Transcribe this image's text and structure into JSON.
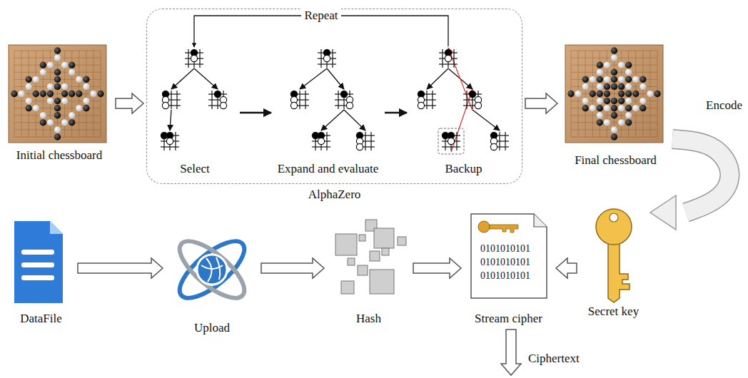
{
  "diagram": {
    "nodes": [
      {
        "text": [
          "Initial chessboard"
        ]
      },
      {
        "text": [
          "AlphaZero"
        ]
      },
      {
        "text": [
          "Select"
        ],
        "in": 1
      },
      {
        "text": [
          "Expand and evaluate"
        ],
        "in": 1
      },
      {
        "text": [
          "Backup"
        ],
        "in": 1
      },
      {
        "text": [
          "Final chessboard"
        ]
      },
      {
        "text": [
          "DataFile"
        ]
      },
      {
        "text": [
          "Upload"
        ]
      },
      {
        "text": [
          "Hash"
        ]
      },
      {
        "text": [
          "Stream cipher"
        ]
      },
      {
        "text": [
          "Secret key"
        ]
      }
    ],
    "edges": [
      {
        "from": 0,
        "to": 1,
        "arrow": "to"
      },
      {
        "from": 2,
        "to": 3,
        "arrow": "to"
      },
      {
        "from": 3,
        "to": 4,
        "arrow": "to"
      },
      {
        "from": 4,
        "to": 2,
        "label": "Repeat",
        "arrow": "to"
      },
      {
        "from": 1,
        "to": 5,
        "arrow": "to"
      },
      {
        "from": 5,
        "to": 10,
        "label": "Encode",
        "arrow": "to"
      },
      {
        "from": 6,
        "to": 7,
        "arrow": "to"
      },
      {
        "from": 7,
        "to": 8,
        "arrow": "to"
      },
      {
        "from": 8,
        "to": 9,
        "arrow": "to"
      },
      {
        "from": 10,
        "to": 9,
        "arrow": "to"
      }
    ],
    "labels": [
      "0101010101",
      "0101010101",
      "0101010101",
      "Ciphertext"
    ]
  }
}
